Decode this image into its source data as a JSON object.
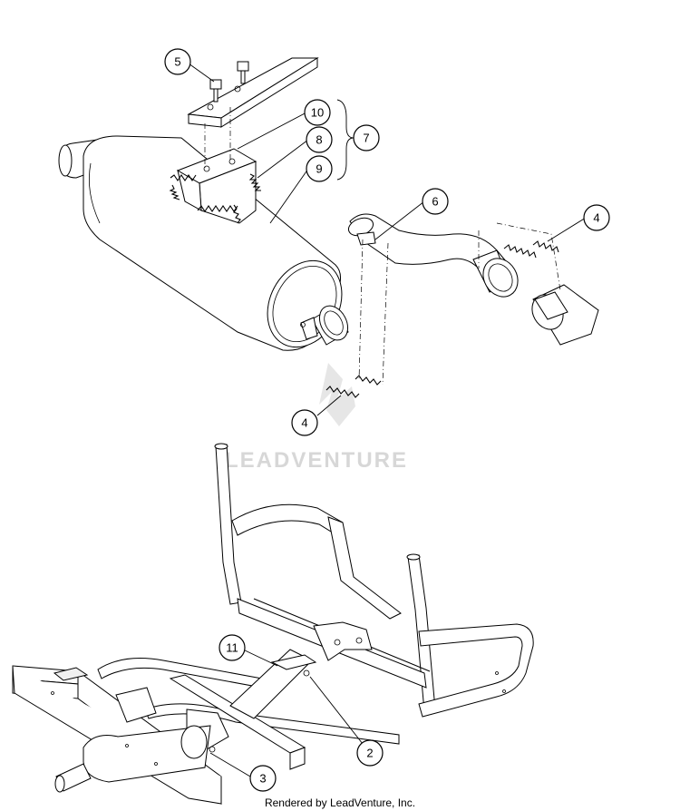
{
  "diagram": {
    "callouts": [
      {
        "id": "c5",
        "label": "5"
      },
      {
        "id": "c10",
        "label": "10"
      },
      {
        "id": "c8",
        "label": "8"
      },
      {
        "id": "c9",
        "label": "9"
      },
      {
        "id": "c7",
        "label": "7"
      },
      {
        "id": "c6",
        "label": "6"
      },
      {
        "id": "c4a",
        "label": "4"
      },
      {
        "id": "c4b",
        "label": "4"
      },
      {
        "id": "c11",
        "label": "11"
      },
      {
        "id": "c2",
        "label": "2"
      },
      {
        "id": "c3",
        "label": "3"
      }
    ]
  },
  "watermark": "LEADVENTURE",
  "footer": "Rendered by LeadVenture, Inc."
}
